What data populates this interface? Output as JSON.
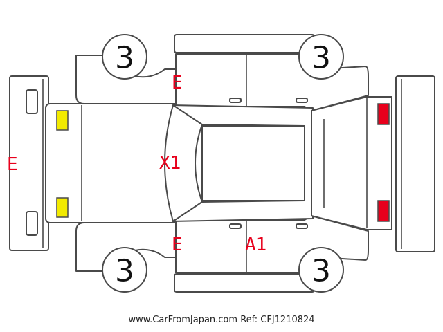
{
  "diagram": {
    "tires": {
      "front_left": "3",
      "rear_left": "3",
      "front_right": "3",
      "rear_right": "3"
    },
    "damage_labels": {
      "left_front_door_top": "E",
      "front_bumper": "E",
      "hood": "X1",
      "left_front_door_bottom": "E",
      "left_rear_door_bottom": "A1"
    },
    "colors": {
      "damage_text": "#e8001c",
      "headlight": "#f2ea00",
      "taillight": "#e8001c",
      "outline": "#4a4a4a"
    }
  },
  "footer": {
    "site": "www.CarFromJapan.com",
    "ref": "Ref: CFJ1210824"
  }
}
